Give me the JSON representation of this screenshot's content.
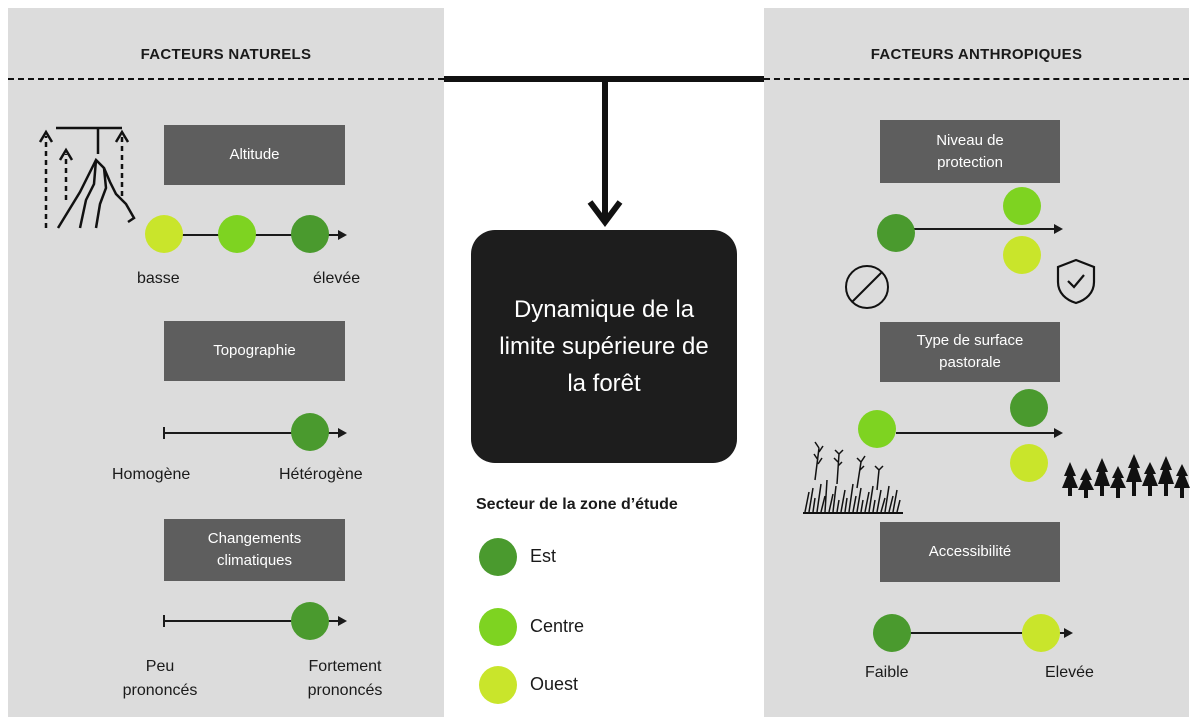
{
  "colors": {
    "est": "#4a9a2e",
    "centre": "#7ed321",
    "ouest": "#c9e52b",
    "panel": "#dcdcdc",
    "box": "#5e5e5e",
    "center_box": "#1d1d1d"
  },
  "natural": {
    "title": "FACTEURS NATURELS",
    "altitude": {
      "box": "Altitude",
      "low": "basse",
      "high": "élevée"
    },
    "topographie": {
      "box": "Topographie",
      "low": "Homogène",
      "high": "Hétérogène"
    },
    "climat": {
      "box_line1": "Changements",
      "box_line2": "climatiques",
      "low_line1": "Peu",
      "low_line2": "prononcés",
      "high_line1": "Fortement",
      "high_line2": "prononcés"
    }
  },
  "anthropic": {
    "title": "FACTEURS ANTHROPIQUES",
    "protection": {
      "box_line1": "Niveau de",
      "box_line2": "protection"
    },
    "surface": {
      "box_line1": "Type de surface",
      "box_line2": "pastorale"
    },
    "access": {
      "box": "Accessibilité",
      "low": "Faible",
      "high": "Elevée"
    }
  },
  "center": {
    "line1": "Dynamique de la",
    "line2": "limite supérieure de",
    "line3": "la forêt"
  },
  "legend": {
    "title": "Secteur de la zone d’étude",
    "items": [
      {
        "label": "Est",
        "color": "#4a9a2e"
      },
      {
        "label": "Centre",
        "color": "#7ed321"
      },
      {
        "label": "Ouest",
        "color": "#c9e52b"
      }
    ]
  },
  "icons": [
    "mountain-altitude-icon",
    "prohibited-icon",
    "shield-check-icon",
    "grassland-icon",
    "forest-icon",
    "down-arrow-icon"
  ]
}
